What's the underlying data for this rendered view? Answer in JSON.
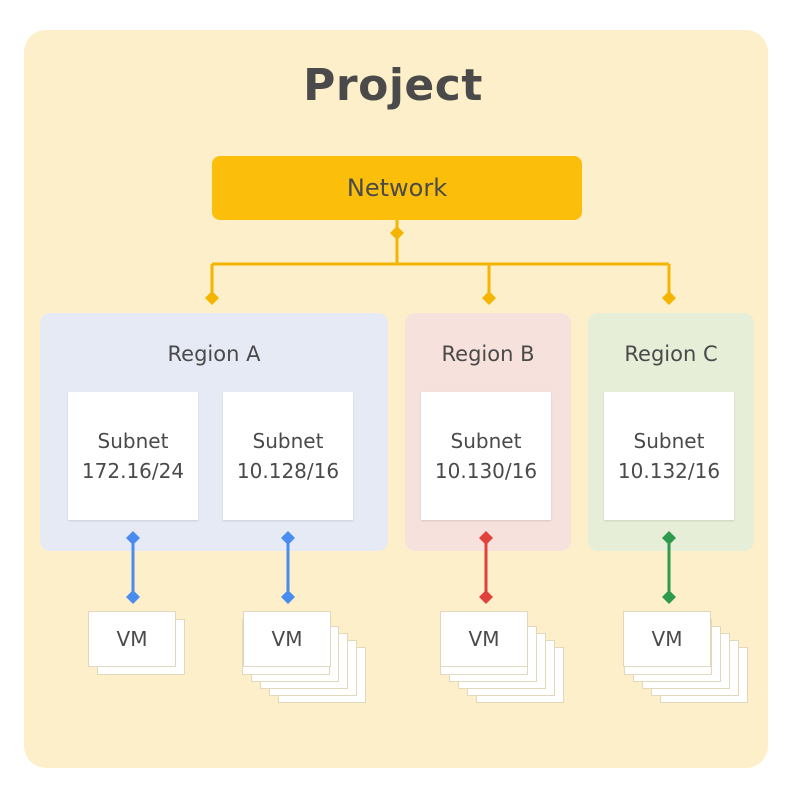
{
  "project": {
    "title": "Project"
  },
  "network": {
    "label": "Network"
  },
  "regions": [
    {
      "label": "Region A"
    },
    {
      "label": "Region B"
    },
    {
      "label": "Region C"
    }
  ],
  "subnets": [
    {
      "title": "Subnet",
      "cidr": "172.16/24"
    },
    {
      "title": "Subnet",
      "cidr": "10.128/16"
    },
    {
      "title": "Subnet",
      "cidr": "10.130/16"
    },
    {
      "title": "Subnet",
      "cidr": "10.132/16"
    }
  ],
  "vms": [
    {
      "label": "VM"
    },
    {
      "label": "VM"
    },
    {
      "label": "VM"
    },
    {
      "label": "VM"
    }
  ],
  "colors": {
    "project_bg": "#fcefc9",
    "network": "#fbbf0b",
    "connector_network": "#f5b400",
    "connector_region_a": "#4a8bef",
    "connector_region_b": "#e0413a",
    "connector_region_c": "#2e9a4b"
  }
}
